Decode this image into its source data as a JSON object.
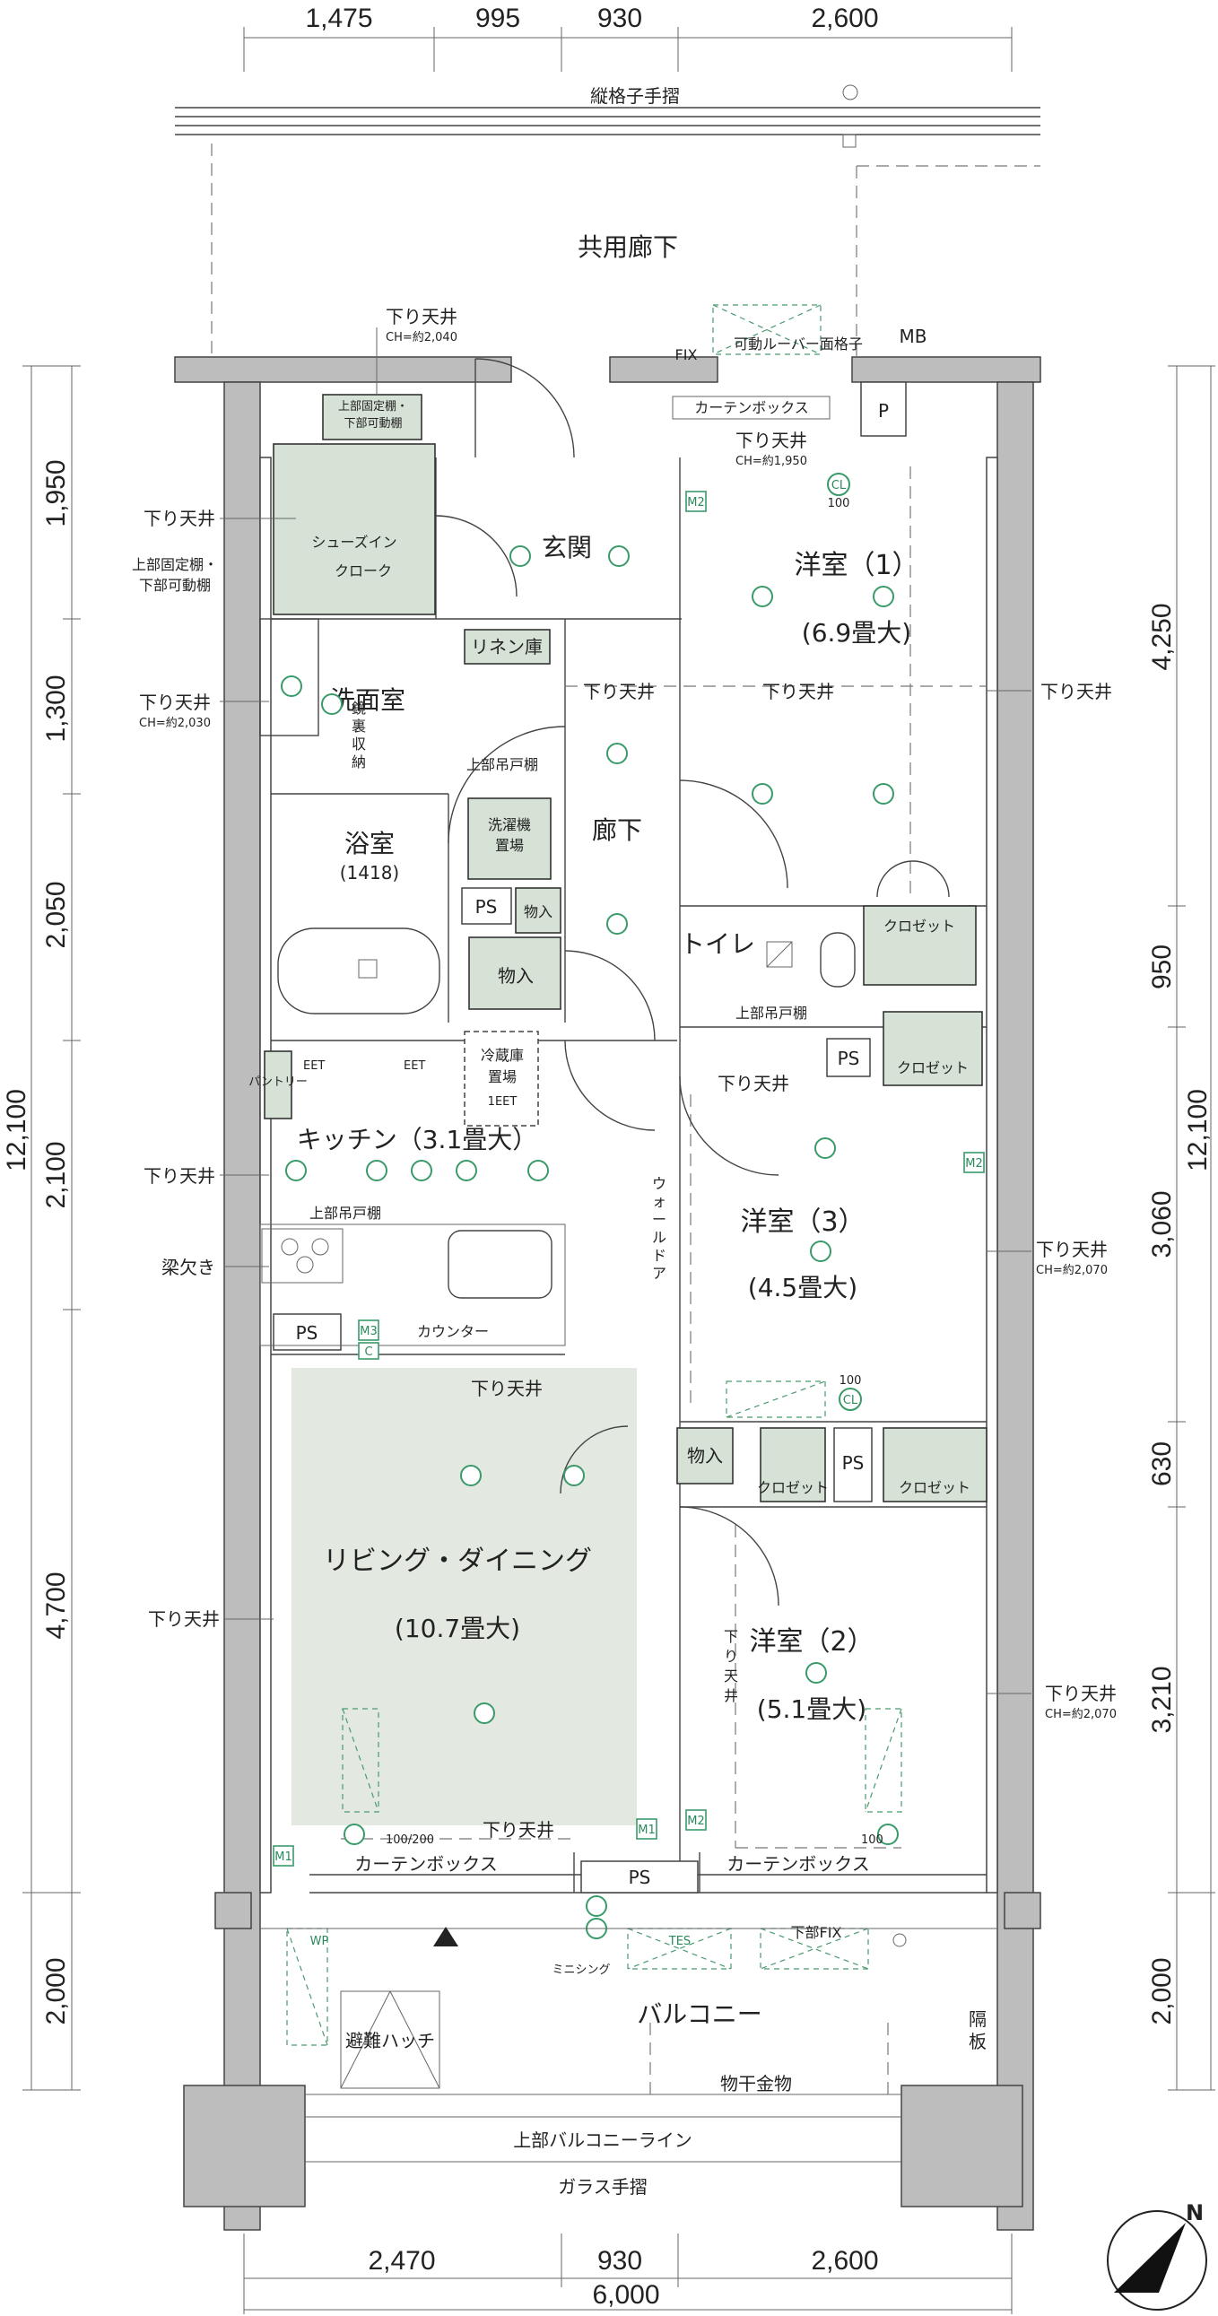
{
  "dimensions": {
    "top": [
      "1,475",
      "995",
      "930",
      "2,600"
    ],
    "bottom": [
      "2,470",
      "930",
      "2,600"
    ],
    "bottom_total": "6,000",
    "left": [
      "1,950",
      "1,300",
      "2,050",
      "2,100",
      "4,700",
      "2,000"
    ],
    "left_total": "12,100",
    "right": [
      "4,250",
      "950",
      "3,060",
      "630",
      "3,210",
      "2,000"
    ],
    "right_total": "12,100"
  },
  "rooms": {
    "western_1": "洋室（1）",
    "western_1_size": "(6.9畳大)",
    "western_2": "洋室（2）",
    "western_2_size": "(5.1畳大)",
    "western_3": "洋室（3）",
    "western_3_size": "(4.5畳大)",
    "living": "リビング・ダイニング",
    "living_size": "(10.7畳大)",
    "kitchen": "キッチン（3.1畳大）",
    "entrance": "玄関",
    "hallway": "廊下",
    "washroom": "洗面室",
    "bath": "浴室",
    "bath_size": "(1418)",
    "toilet": "トイレ",
    "balcony": "バルコニー",
    "shoes_in_closet": "シューズイン\nクローク",
    "common_corridor": "共用廊下"
  },
  "storage": {
    "linen": "リネン庫",
    "closet": "クロゼット",
    "monoire": "物入",
    "pantry": "パントリー",
    "fridge": "冷蔵庫\n置場",
    "washer": "洗濯機\n置場",
    "mirror_storage": "鏡\n裏\n収\n納",
    "ps": "PS",
    "mb": "MB",
    "p": "P",
    "counter": "カウンター",
    "evac_hatch": "避難ハッチ"
  },
  "annotations": {
    "ceiling_drop": "下り天井",
    "ceiling_ch2040": "CH=約2,040",
    "ceiling_ch2030": "CH=約2,030",
    "ceiling_ch1950": "CH=約1,950",
    "ceiling_ch2070": "CH=約2,070",
    "upper_fixed_shelf": "上部固定棚・\n下部可動棚",
    "beam": "梁欠き",
    "upper_cabinet": "上部吊戸棚",
    "curtain_box": "カーテンボックス",
    "vertical_lattice": "縦格子手摺",
    "movable_louver": "可動ルーバー面格子",
    "fix": "FIX",
    "lower_fix": "下部FIX",
    "glass_railing": "ガラス手摺",
    "upper_balcony_line": "上部バルコニーライン",
    "clothes_hanger": "物干金物",
    "partition": "隔\n板",
    "wall_door": "ウォールドア",
    "tes": "TES",
    "mixing": "ミニシング",
    "wp": "WP",
    "eet": "EET",
    "one_eet": "1EET",
    "cl100": "100",
    "cl100_200": "100/200",
    "north": "N"
  }
}
